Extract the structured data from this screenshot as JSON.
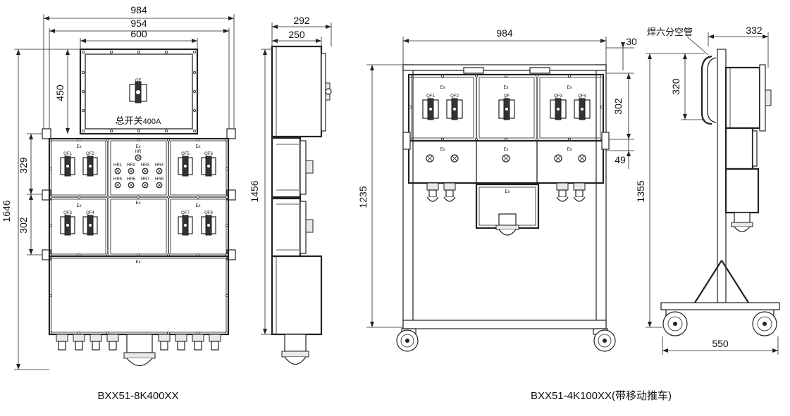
{
  "left_view": {
    "caption": "BXX51-8K400XX",
    "dims": {
      "overall_width": "984",
      "inner_width": "954",
      "top_box_width": "600",
      "top_box_height": "450",
      "row_height_1": "329",
      "row_height_2": "302",
      "overall_height": "1646"
    },
    "main_switch_tag": "QF",
    "main_switch_label_cn": "总开关",
    "main_switch_label_rating": "400A",
    "breaker_tags": [
      "QF1",
      "QF2",
      "QF5",
      "QF6",
      "QF3",
      "QF4",
      "QF7",
      "QF8"
    ],
    "indicator_tags": [
      "HR",
      "HR1",
      "HR2",
      "HR3",
      "HR4",
      "HR5",
      "HR6",
      "HR7",
      "HR8"
    ],
    "ex_mark": "Ex"
  },
  "side_view": {
    "dims": {
      "depth_outer": "292",
      "depth_inner": "250",
      "height": "1456"
    }
  },
  "right_view": {
    "caption": "BXX51-4K100XX(带移动推车)",
    "dims": {
      "overall_width": "984",
      "offset_small": "30",
      "upper_height": "302",
      "lower_gap": "49",
      "frame_height": "1235"
    },
    "breaker_tags": [
      "QF1",
      "QF2",
      "QF",
      "QF3",
      "QF4"
    ],
    "ex_mark": "Ex"
  },
  "cart_side_view": {
    "tube_label": "焊六分空管",
    "dims": {
      "top_width": "332",
      "upper_height": "320",
      "height": "1355",
      "base_width": "550"
    }
  }
}
